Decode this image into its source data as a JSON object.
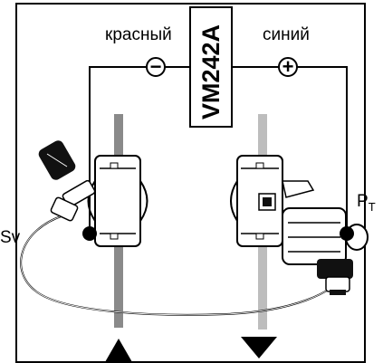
{
  "labels": {
    "red_wire": "красный",
    "blue_wire": "синий",
    "model": "VM242A",
    "minus": "−",
    "plus": "+",
    "sv": "Sv",
    "pt_main": "P",
    "pt_sub": "T"
  },
  "colors": {
    "line": "#000000",
    "pipe_supply": "#8a8a8a",
    "pipe_return": "#bdbdbd",
    "valve_body": "#ffffff",
    "background": "#ffffff"
  },
  "icons": {
    "supply_arrow": "triangle-up-icon",
    "return_arrow": "triangle-down-icon"
  }
}
